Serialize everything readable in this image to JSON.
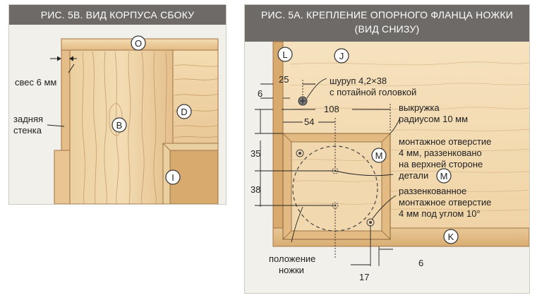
{
  "fig_5b": {
    "title": "РИС. 5В. ВИД КОРПУСА СБОКУ",
    "labels": {
      "overhang_line1": "свес 6 мм",
      "back_wall_line1": "задняя",
      "back_wall_line2": "стенка"
    },
    "callouts": {
      "o": "O",
      "b": "B",
      "d": "D",
      "i": "I"
    }
  },
  "fig_5a": {
    "title_line1": "РИС. 5А. КРЕПЛЕНИЕ ОПОРНОГО ФЛАНЦА НОЖКИ",
    "title_line2": "(ВИД СНИЗУ)",
    "callouts": {
      "l": "L",
      "j": "J",
      "m1": "M",
      "m2": "M",
      "k": "K"
    },
    "dimensions": {
      "d25": "25",
      "d6_left": "6",
      "d108": "108",
      "d54": "54",
      "d35": "35",
      "d38": "38",
      "d17": "17",
      "d6_bottom": "6"
    },
    "notes": {
      "screw_line1": "шуруп 4,2×38",
      "screw_line2": "с потайной головкой",
      "cutout_line1": "выкружка",
      "cutout_line2": "радиусом 10 мм",
      "hole_line1": "монтажное отверстие",
      "hole_line2": "4 мм, раззенковано",
      "hole_line3": "на верхней стороне",
      "hole_line4": "детали",
      "cs_line1": "раззенкованное",
      "cs_line2": "монтажное отверстие",
      "cs_line3": "4 мм под углом 10°",
      "leg_line1": "положение",
      "leg_line2": "ножки"
    }
  },
  "colors": {
    "header_bg": "#6d6a67",
    "panel_bg": "#f2f0ea",
    "wood_light": "#f0d6ac",
    "wood_mid": "#e6be86",
    "wood_edge": "#d7a868",
    "grain": "#b88a52"
  }
}
